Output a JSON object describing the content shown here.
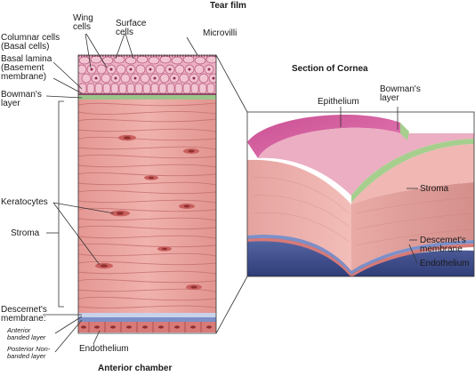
{
  "labels": {
    "tear_film": "Tear film",
    "wing_cells": "Wing cells",
    "surface_cells": "Surface cells",
    "microvilli": "Microvilli",
    "columnar_cells": "Columnar cells (Basal cells)",
    "basal_lamina": "Basal lamina (Basement membrane)",
    "bowmans_layer": "Bowman's layer",
    "keratocytes": "Keratocytes",
    "stroma": "Stroma",
    "descemets_membrane": "Descemet's membrane:",
    "anterior_banded": "Anterior banded layer",
    "posterior_nonbanded": "Posterior Non-banded layer",
    "endothelium": "Endothelium",
    "anterior_chamber": "Anterior chamber",
    "section_title": "Section of Cornea",
    "inset_epithelium": "Epithelium",
    "inset_bowmans": "Bowman's layer",
    "inset_stroma": "Stroma",
    "inset_descemets": "Descemet's membrane",
    "inset_endothelium": "Endothelium"
  },
  "colors": {
    "stroma": "#e9a3a0",
    "stroma_line": "#c97674",
    "keratocyte": "#b85050",
    "epithelium": "#e9a0b8",
    "bowman": "#9cc48a",
    "descemet": "#7d8fc8",
    "endothelium": "#d77a78",
    "chamber": "#4a5a96",
    "inset_epi_top": "#d45b9a"
  }
}
